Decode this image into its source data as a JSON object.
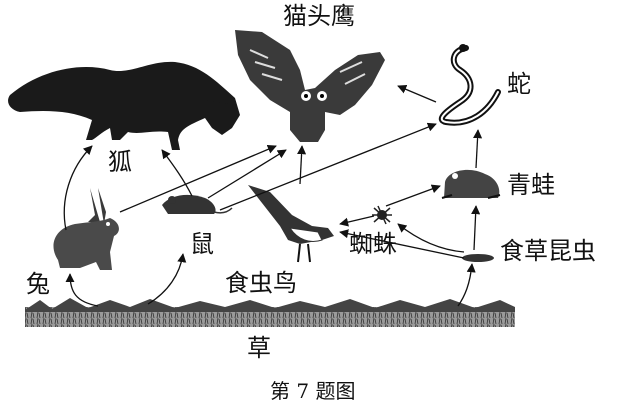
{
  "diagram": {
    "caption": "第 7 题图",
    "organisms": {
      "owl": "猫头鹰",
      "snake": "蛇",
      "fox": "狐",
      "frog": "青蛙",
      "rabbit": "兔",
      "mouse": "鼠",
      "spider": "蜘蛛",
      "insect": "食草昆虫",
      "bird": "食虫鸟",
      "grass": "草"
    },
    "food_chain_links": [
      {
        "from": "grass",
        "to": "rabbit"
      },
      {
        "from": "grass",
        "to": "mouse"
      },
      {
        "from": "grass",
        "to": "insect"
      },
      {
        "from": "rabbit",
        "to": "fox"
      },
      {
        "from": "rabbit",
        "to": "owl"
      },
      {
        "from": "mouse",
        "to": "fox"
      },
      {
        "from": "mouse",
        "to": "owl"
      },
      {
        "from": "mouse",
        "to": "snake"
      },
      {
        "from": "insect",
        "to": "frog"
      },
      {
        "from": "insect",
        "to": "spider"
      },
      {
        "from": "insect",
        "to": "bird"
      },
      {
        "from": "spider",
        "to": "bird"
      },
      {
        "from": "spider",
        "to": "frog"
      },
      {
        "from": "frog",
        "to": "snake"
      },
      {
        "from": "snake",
        "to": "owl"
      },
      {
        "from": "bird",
        "to": "owl"
      }
    ],
    "colors": {
      "ink": "#111111",
      "ground": "#6b6b6b"
    }
  }
}
